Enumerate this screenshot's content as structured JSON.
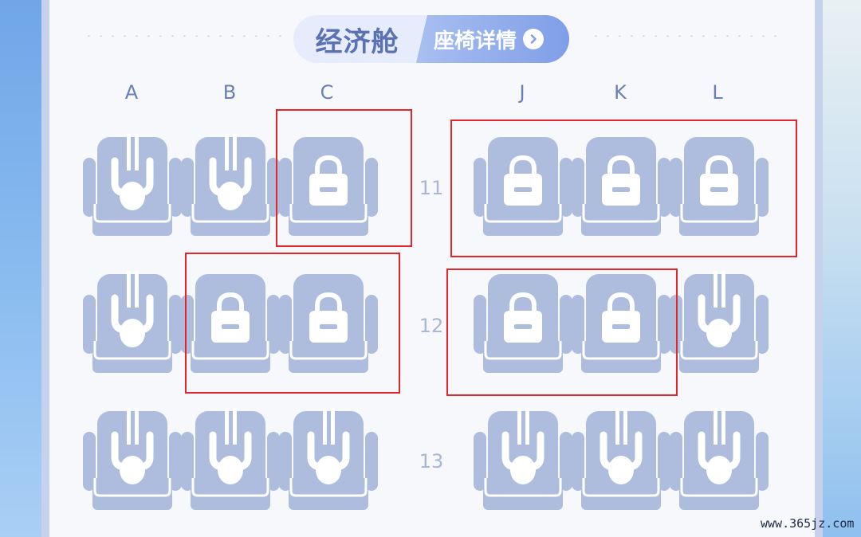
{
  "header": {
    "cabin_name": "经济舱",
    "detail_label": "座椅详情",
    "detail_icon": "chevron-right-circle-icon"
  },
  "columns_left": [
    "A",
    "B",
    "C"
  ],
  "columns_right": [
    "J",
    "K",
    "L"
  ],
  "rows": [
    {
      "number": "11",
      "seats": [
        {
          "col": "A",
          "status": "occupied"
        },
        {
          "col": "B",
          "status": "occupied"
        },
        {
          "col": "C",
          "status": "locked",
          "highlighted": true
        },
        {
          "col": "J",
          "status": "locked",
          "highlighted": true
        },
        {
          "col": "K",
          "status": "locked",
          "highlighted": true
        },
        {
          "col": "L",
          "status": "locked",
          "highlighted": true
        }
      ]
    },
    {
      "number": "12",
      "seats": [
        {
          "col": "A",
          "status": "occupied"
        },
        {
          "col": "B",
          "status": "locked",
          "highlighted": true
        },
        {
          "col": "C",
          "status": "locked",
          "highlighted": true
        },
        {
          "col": "J",
          "status": "locked",
          "highlighted": true
        },
        {
          "col": "K",
          "status": "locked",
          "highlighted": true
        },
        {
          "col": "L",
          "status": "occupied"
        }
      ]
    },
    {
      "number": "13",
      "seats": [
        {
          "col": "A",
          "status": "occupied"
        },
        {
          "col": "B",
          "status": "occupied"
        },
        {
          "col": "C",
          "status": "occupied"
        },
        {
          "col": "J",
          "status": "occupied"
        },
        {
          "col": "K",
          "status": "occupied"
        },
        {
          "col": "L",
          "status": "occupied"
        }
      ]
    }
  ],
  "colors": {
    "seat_fill": "#aebdde",
    "seat_icon": "#ffffff",
    "highlight": "#e4262b",
    "label": "#6a7fb8"
  },
  "watermark": "www.365jz.com"
}
